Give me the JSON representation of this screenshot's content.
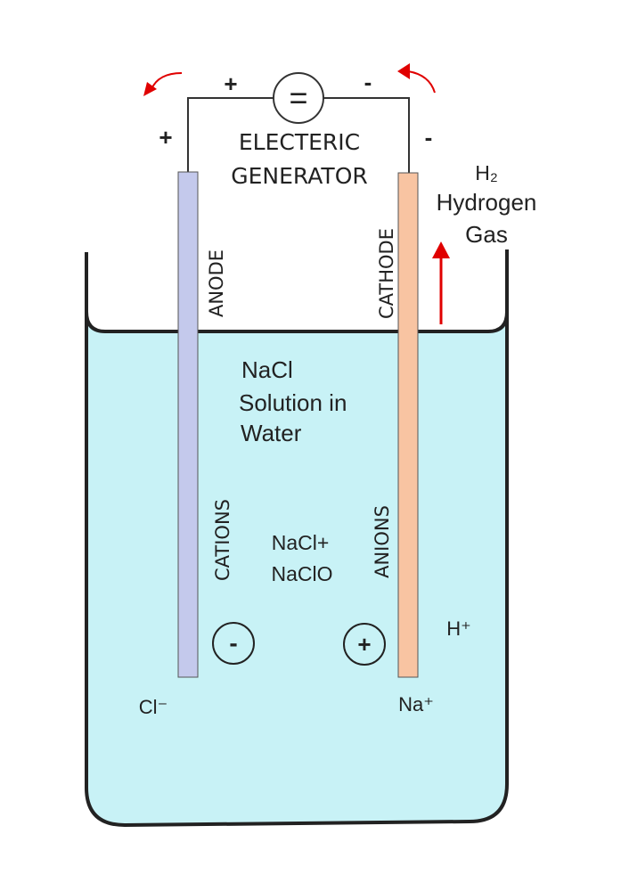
{
  "colors": {
    "solution": "#c8f2f6",
    "vessel_stroke": "#222222",
    "wire": "#333333",
    "anode_fill": "#c4c9ec",
    "cathode_fill": "#f8c4a2",
    "arrow": "#e00000"
  },
  "generator": {
    "symbol": "=",
    "label_line1": "ELECTERIC",
    "label_line2": "GENERATOR",
    "sign_left": "+",
    "sign_right": "-"
  },
  "wire_signs": {
    "left": "+",
    "right": "-"
  },
  "electrodes": {
    "anode": "ANODE",
    "cathode": "CATHODE"
  },
  "gas": {
    "formula": "H₂",
    "line1": "Hydrogen",
    "line2": "Gas"
  },
  "solution_label": {
    "line1": "NaCl",
    "line2": "Solution in",
    "line3": "Water"
  },
  "ion_labels": {
    "cations": "CATIONS",
    "anions": "ANIONS",
    "product_line1": "NaCl+",
    "product_line2": "NaClO",
    "neg_symbol": "-",
    "pos_symbol": "+",
    "cl": "Cl⁻",
    "na": "Na⁺",
    "h": "H⁺"
  }
}
